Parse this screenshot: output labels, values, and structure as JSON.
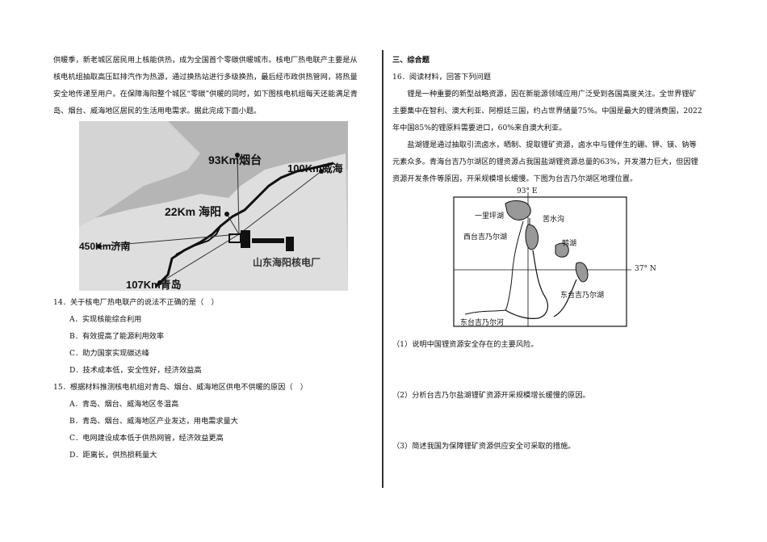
{
  "left": {
    "intro_lines": [
      "供暖季，新老城区居民用上核能供热，成为全国首个零碳供暖城市。核电厂热电联产主要是从",
      "核电机组抽取高压缸排汽作为热源，通过换热站进行多级换热，最后经市政供热管网，将热量",
      "安全地传递至用户。在保障海阳整个城区“零碳”供暖的同时，如下图核电机组每天还能满足青",
      "岛、烟台、威海地区居民的生活用电需求。据此完成下面小题。"
    ],
    "map1": {
      "yantai": "93Km烟台",
      "weihai": "100Km威海",
      "haiyang": "22Km 海阳",
      "jinan": "450Km济南",
      "qingdao": "107Km青岛",
      "plant": "山东海阳核电厂"
    },
    "q14": {
      "stem": "14．关于核电厂热电联产的说法不正确的是（　）",
      "options": [
        "A．实现核能综合利用",
        "B．有效提高了能源利用效率",
        "C．助力国家实现碳达峰",
        "D．技术成本低，安全性好，经济效益高"
      ]
    },
    "q15": {
      "stem": "15．根据材料推测核电机组对青岛、烟台、威海地区供电不供暖的原因（　）",
      "options": [
        "A．青岛、烟台、威海地区冬温高",
        "B．青岛、烟台、威海地区产业发达，用电需求量大",
        "C．电网建设成本低于供热网管，经济效益更高",
        "D．距离长，供热损耗量大"
      ]
    }
  },
  "right": {
    "section": "三、综合题",
    "q16_stem": "16．阅读材料，回答下列问题",
    "para1_lines": [
      "锂是一种重要的新型战略资源，因在新能源领域应用广泛受到各国高度关注。全世界锂矿",
      "主要集中在智利、澳大利亚、阿根廷三国，约占世界储量75%。中国是最大的锂消费国，2022",
      "年中国85%的锂原料需要进口，60%来自澳大利亚。"
    ],
    "para2_lines": [
      "盐湖锂是通过抽取引流卤水，晒制、提取锂矿资源，卤水中与锂伴生的硼、钾、镁、钠等",
      "元素众多。青海台吉乃尔湖区的锂资源占我国盐湖锂资源总量的63%，开发潜力巨大，但因锂",
      "资源开发条件等原因，开采规模增长缓慢。下图为台吉乃尔湖区地理位置。"
    ],
    "map2": {
      "lon": "93° E",
      "lat": "37° N",
      "lake1": "一里坪湖",
      "lake2": "西台吉乃尔湖",
      "river1": "苦水沟",
      "lake3": "鸭湖",
      "lake4": "东台吉乃尔湖",
      "river2": "东台吉乃尔河"
    },
    "sub_questions": [
      "（1）说明中国锂资源安全存在的主要风险。",
      "（2）分析台吉乃尔盐湖锂矿资源开采规模增长缓慢的原因。",
      "（3）简述我国为保障锂矿资源供应安全可采取的措施。"
    ]
  }
}
